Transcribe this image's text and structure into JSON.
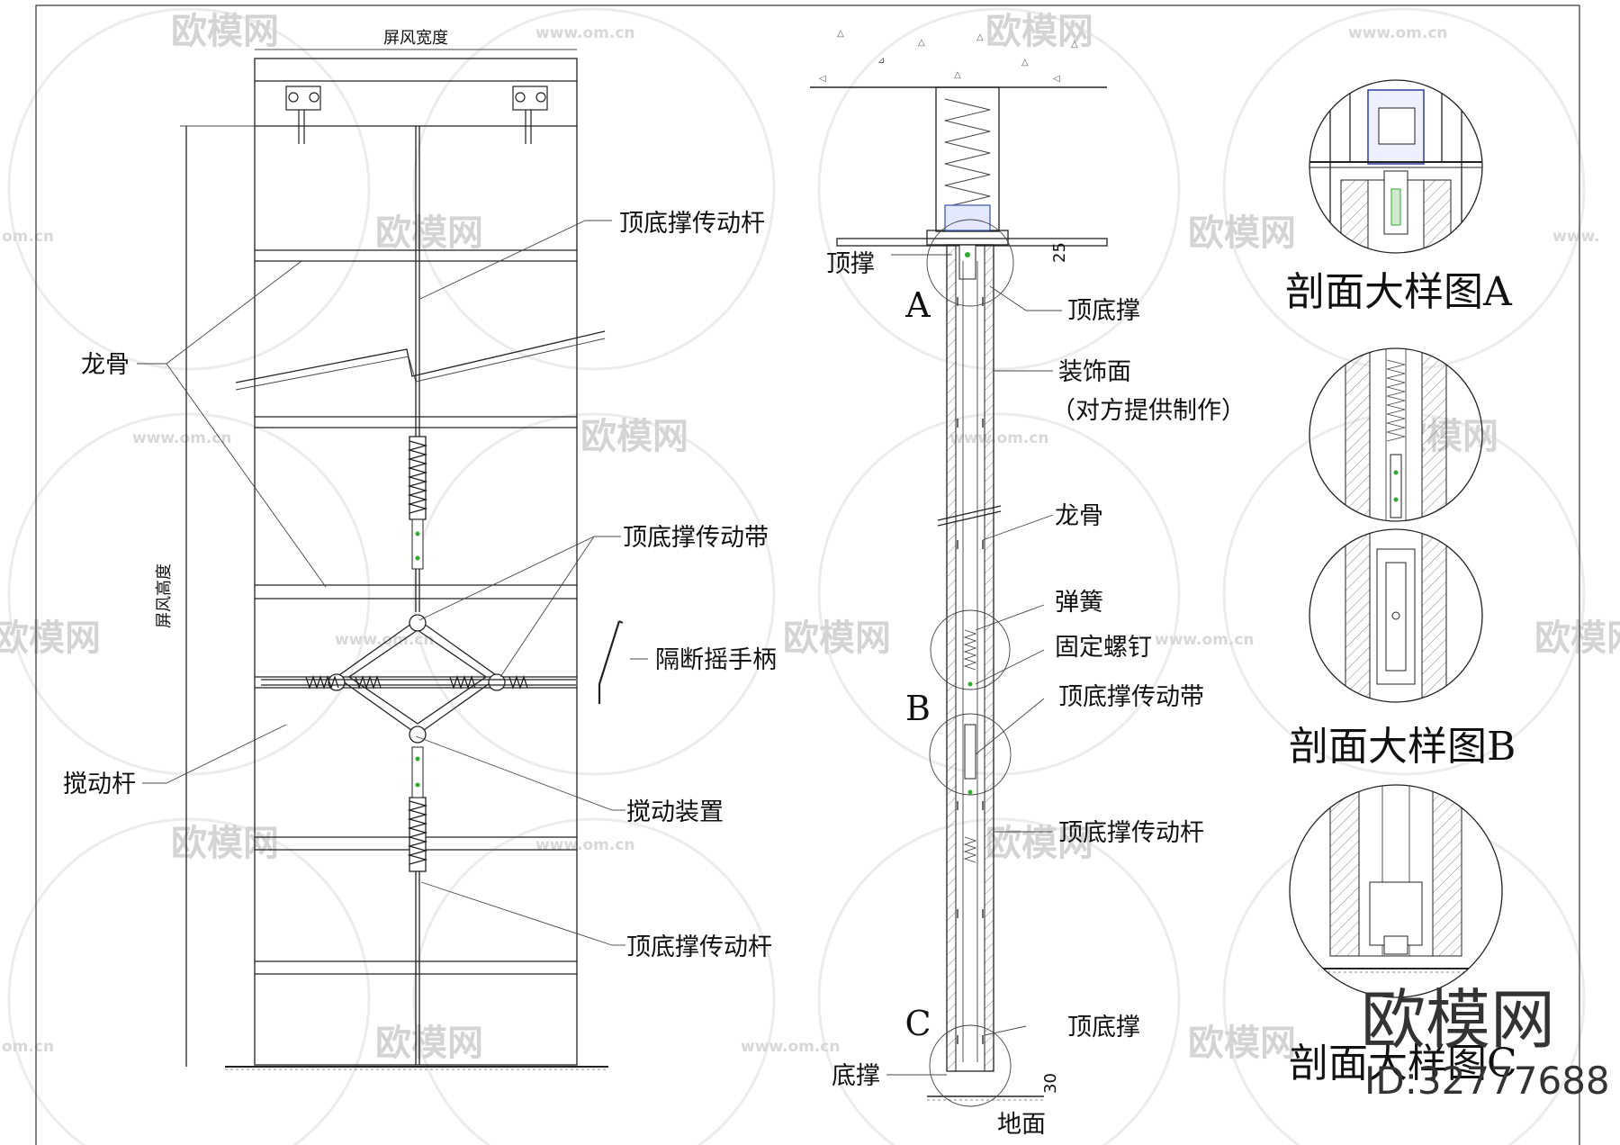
{
  "left_view": {
    "width_label": "屏风宽度",
    "height_label": "屏风高度",
    "callouts": {
      "top_rod_upper": "顶底撑传动杆",
      "keel": "龙骨",
      "drive_belt": "顶底撑传动带",
      "crank_handle": "隔断摇手柄",
      "stir_rod": "搅动杆",
      "stir_device": "搅动装置",
      "top_rod_lower": "顶底撑传动杆"
    }
  },
  "section_view": {
    "callouts": {
      "top_brace": "顶撑",
      "top_bottom_brace_upper": "顶底撑",
      "facing": "装饰面",
      "facing_note": "（对方提供制作）",
      "keel": "龙骨",
      "spring": "弹簧",
      "fixing_screw": "固定螺钉",
      "drive_belt": "顶底撑传动带",
      "drive_rod": "顶底撑传动杆",
      "top_bottom_brace_lower": "顶底撑",
      "bottom_brace": "底撑",
      "floor": "地面"
    },
    "markers": {
      "a": "A",
      "b": "B",
      "c": "C"
    },
    "dimensions": {
      "top_gap": "25",
      "bottom_gap": "30"
    }
  },
  "details": {
    "a_title": "剖面大样图A",
    "b_title": "剖面大样图B",
    "c_title": "剖面大样图C"
  },
  "watermark": {
    "cn": "欧模网",
    "url": "www.om.cn",
    "url_partial": "om.cn",
    "url_left": "www.",
    "cn_partial": "欧模网"
  },
  "branding": {
    "logo_text": "欧模网",
    "id_text": "ID:32777688"
  }
}
